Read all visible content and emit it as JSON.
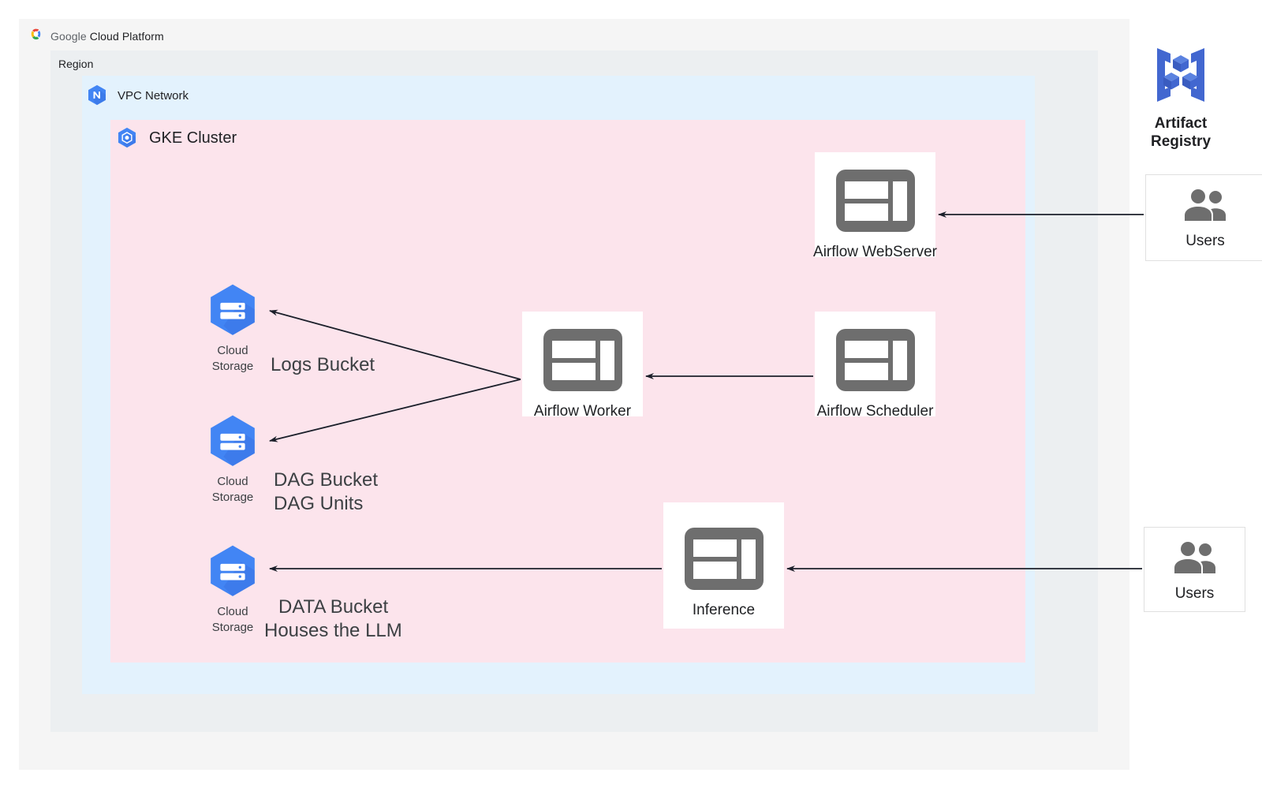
{
  "platform": {
    "logo_icon": "google-cloud-logo-icon",
    "brand_google": "Google",
    "brand_cloud_platform": "Cloud Platform"
  },
  "containers": {
    "region": {
      "label": "Region",
      "color": "#eceff1"
    },
    "vpc": {
      "label": "VPC Network",
      "icon": "vpc-network-hexagon-icon",
      "color": "#e3f2fd"
    },
    "gke": {
      "label": "GKE Cluster",
      "icon": "gke-cluster-hexagon-icon",
      "color": "#fce4ec"
    },
    "gcp": {
      "color": "#f5f5f5"
    }
  },
  "nodes": [
    {
      "id": "webserver",
      "label": "Airflow WebServer",
      "icon": "dashboard-layout-icon"
    },
    {
      "id": "worker",
      "label": "Airflow Worker",
      "icon": "dashboard-layout-icon"
    },
    {
      "id": "scheduler",
      "label": "Airflow Scheduler",
      "icon": "dashboard-layout-icon"
    },
    {
      "id": "inference",
      "label": "Inference",
      "icon": "dashboard-layout-icon"
    }
  ],
  "storage": [
    {
      "id": "logs",
      "caption_line1": "Cloud",
      "caption_line2": "Storage",
      "icon": "cloud-storage-hexagon-icon"
    },
    {
      "id": "dag",
      "caption_line1": "Cloud",
      "caption_line2": "Storage",
      "icon": "cloud-storage-hexagon-icon"
    },
    {
      "id": "data",
      "caption_line1": "Cloud",
      "caption_line2": "Storage",
      "icon": "cloud-storage-hexagon-icon"
    }
  ],
  "annotations": {
    "logs_bucket": "Logs Bucket",
    "dag_bucket_line1": "DAG Bucket",
    "dag_bucket_line2": "DAG Units",
    "data_bucket_line1": "DATA Bucket",
    "data_bucket_line2": "Houses the LLM"
  },
  "users": [
    {
      "id": "top",
      "label": "Users",
      "icon": "users-group-icon"
    },
    {
      "id": "bottom",
      "label": "Users",
      "icon": "users-group-icon"
    }
  ],
  "artifact_registry": {
    "title_line1": "Artifact",
    "title_line2": "Registry",
    "icon": "artifact-registry-icon"
  },
  "colors": {
    "gcp_bg": "#f5f5f5",
    "region_bg": "#eceff1",
    "vpc_bg": "#e3f2fd",
    "gke_bg": "#fce4ec",
    "google_blue": "#4285f4",
    "icon_gray": "#6e6e6e",
    "arrow": "#1b1f2a",
    "artifact_blue": "#4267d0"
  },
  "edges": [
    {
      "from": "worker",
      "to": "storage-logs",
      "label": ""
    },
    {
      "from": "worker",
      "to": "storage-dag",
      "label": ""
    },
    {
      "from": "scheduler",
      "to": "worker",
      "label": ""
    },
    {
      "from": "users-top",
      "to": "webserver",
      "label": ""
    },
    {
      "from": "users-bottom",
      "to": "inference",
      "label": ""
    },
    {
      "from": "inference",
      "to": "storage-data",
      "label": ""
    }
  ]
}
